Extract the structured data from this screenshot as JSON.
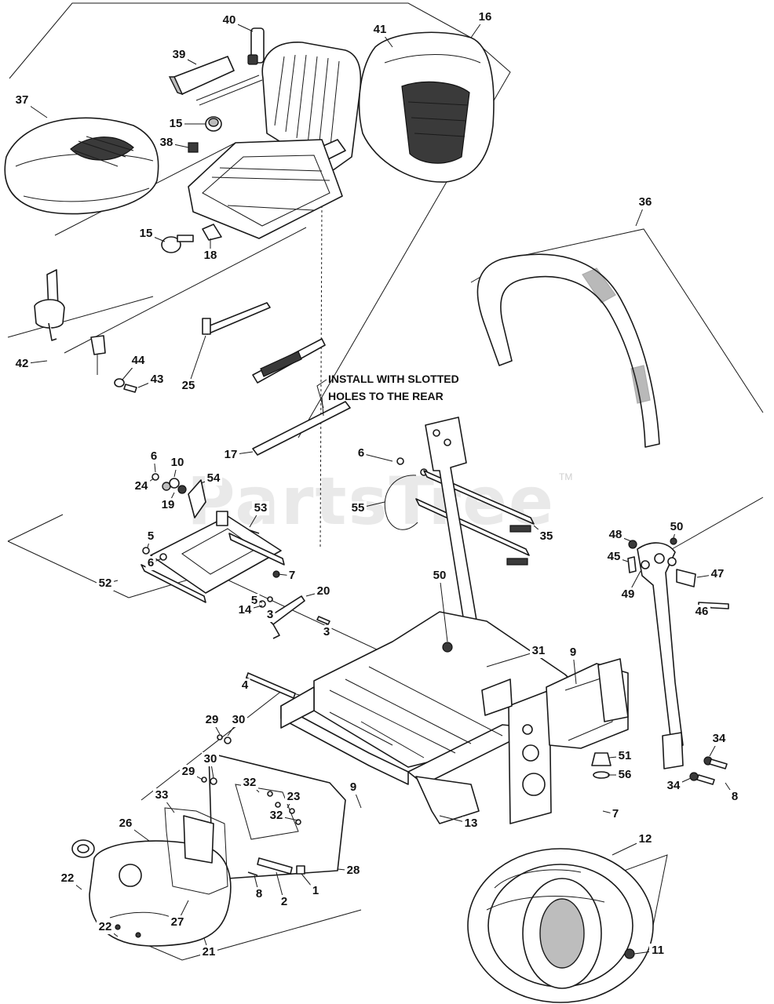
{
  "note": {
    "line1": "INSTALL WITH SLOTTED",
    "line2": "HOLES TO THE REAR"
  },
  "watermark": {
    "text": "PartsTree",
    "tm": "TM"
  },
  "callouts": [
    {
      "id": "c37",
      "label": "37"
    },
    {
      "id": "c39",
      "label": "39"
    },
    {
      "id": "c40",
      "label": "40"
    },
    {
      "id": "c41",
      "label": "41"
    },
    {
      "id": "c16",
      "label": "16"
    },
    {
      "id": "c15a",
      "label": "15"
    },
    {
      "id": "c38",
      "label": "38"
    },
    {
      "id": "c15b",
      "label": "15"
    },
    {
      "id": "c18",
      "label": "18"
    },
    {
      "id": "c42",
      "label": "42"
    },
    {
      "id": "c44",
      "label": "44"
    },
    {
      "id": "c43",
      "label": "43"
    },
    {
      "id": "c25",
      "label": "25"
    },
    {
      "id": "c17",
      "label": "17"
    },
    {
      "id": "c36",
      "label": "36"
    },
    {
      "id": "c6a",
      "label": "6"
    },
    {
      "id": "c10",
      "label": "10"
    },
    {
      "id": "c54",
      "label": "54"
    },
    {
      "id": "c24",
      "label": "24"
    },
    {
      "id": "c19",
      "label": "19"
    },
    {
      "id": "c53",
      "label": "53"
    },
    {
      "id": "c6b",
      "label": "6"
    },
    {
      "id": "c55",
      "label": "55"
    },
    {
      "id": "c35",
      "label": "35"
    },
    {
      "id": "c5a",
      "label": "5"
    },
    {
      "id": "c6c",
      "label": "6"
    },
    {
      "id": "c7a",
      "label": "7"
    },
    {
      "id": "c52",
      "label": "52"
    },
    {
      "id": "c5b",
      "label": "5"
    },
    {
      "id": "c20",
      "label": "20"
    },
    {
      "id": "c14",
      "label": "14"
    },
    {
      "id": "c3a",
      "label": "3"
    },
    {
      "id": "c3b",
      "label": "3"
    },
    {
      "id": "c50a",
      "label": "50"
    },
    {
      "id": "c48",
      "label": "48"
    },
    {
      "id": "c50b",
      "label": "50"
    },
    {
      "id": "c45",
      "label": "45"
    },
    {
      "id": "c47",
      "label": "47"
    },
    {
      "id": "c49",
      "label": "49"
    },
    {
      "id": "c46",
      "label": "46"
    },
    {
      "id": "c31",
      "label": "31"
    },
    {
      "id": "c9a",
      "label": "9"
    },
    {
      "id": "c4",
      "label": "4"
    },
    {
      "id": "c29a",
      "label": "29"
    },
    {
      "id": "c30a",
      "label": "30"
    },
    {
      "id": "c29b",
      "label": "29"
    },
    {
      "id": "c30b",
      "label": "30"
    },
    {
      "id": "c32a",
      "label": "32"
    },
    {
      "id": "c23",
      "label": "23"
    },
    {
      "id": "c32b",
      "label": "32"
    },
    {
      "id": "c34a",
      "label": "34"
    },
    {
      "id": "c51",
      "label": "51"
    },
    {
      "id": "c56",
      "label": "56"
    },
    {
      "id": "c34b",
      "label": "34"
    },
    {
      "id": "c8a",
      "label": "8"
    },
    {
      "id": "c33",
      "label": "33"
    },
    {
      "id": "c9b",
      "label": "9"
    },
    {
      "id": "c13",
      "label": "13"
    },
    {
      "id": "c7b",
      "label": "7"
    },
    {
      "id": "c12",
      "label": "12"
    },
    {
      "id": "c26",
      "label": "26"
    },
    {
      "id": "c22a",
      "label": "22"
    },
    {
      "id": "c28",
      "label": "28"
    },
    {
      "id": "c1",
      "label": "1"
    },
    {
      "id": "c8b",
      "label": "8"
    },
    {
      "id": "c2",
      "label": "2"
    },
    {
      "id": "c27",
      "label": "27"
    },
    {
      "id": "c22b",
      "label": "22"
    },
    {
      "id": "c21",
      "label": "21"
    },
    {
      "id": "c11",
      "label": "11"
    }
  ]
}
